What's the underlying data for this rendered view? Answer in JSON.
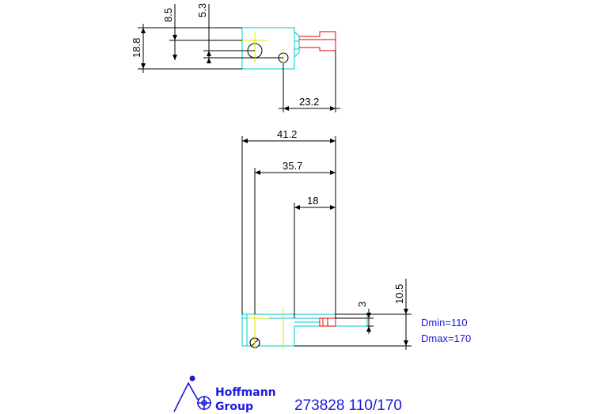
{
  "top_view": {
    "dim_8_5": "8.5",
    "dim_5_3": "5.3",
    "dim_18_8": "18.8",
    "dim_23_2": "23.2"
  },
  "side_view": {
    "dim_41_2": "41.2",
    "dim_35_7": "35.7",
    "dim_18": "18",
    "dim_3": "3",
    "dim_10_5": "10.5"
  },
  "diameter": {
    "dmin": "Dmin=110",
    "dmax": "Dmax=170"
  },
  "logo": {
    "line1": "Hoffmann",
    "line2": "Group"
  },
  "part_number": "273828 110/170",
  "colors": {
    "outline_cyan": "#00c8c8",
    "dimension_black": "#000000",
    "center_yellow": "#e6e600",
    "insert_red": "#e60000",
    "text_blue": "#1a1adb"
  }
}
